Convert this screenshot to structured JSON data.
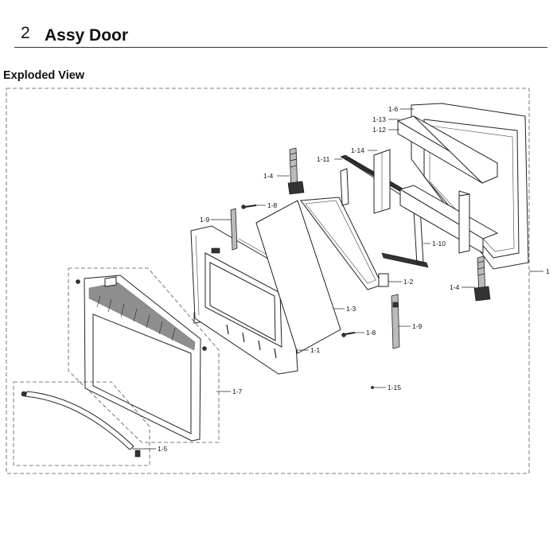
{
  "header": {
    "section_number": "2",
    "title": "Assy Door"
  },
  "subtitle": "Exploded View",
  "diagram": {
    "callouts": {
      "assembly": "1",
      "p1_1": "1-1",
      "p1_2": "1-2",
      "p1_3": "1-3",
      "p1_4a": "1-4",
      "p1_4b": "1-4",
      "p1_5": "1-5",
      "p1_6": "1-6",
      "p1_7": "1-7",
      "p1_8a": "1-8",
      "p1_8b": "1-8",
      "p1_9a": "1-9",
      "p1_9b": "1-9",
      "p1_10": "1-10",
      "p1_11": "1-11",
      "p1_12": "1-12",
      "p1_13": "1-13",
      "p1_14": "1-14",
      "p1_15": "1-15"
    }
  }
}
